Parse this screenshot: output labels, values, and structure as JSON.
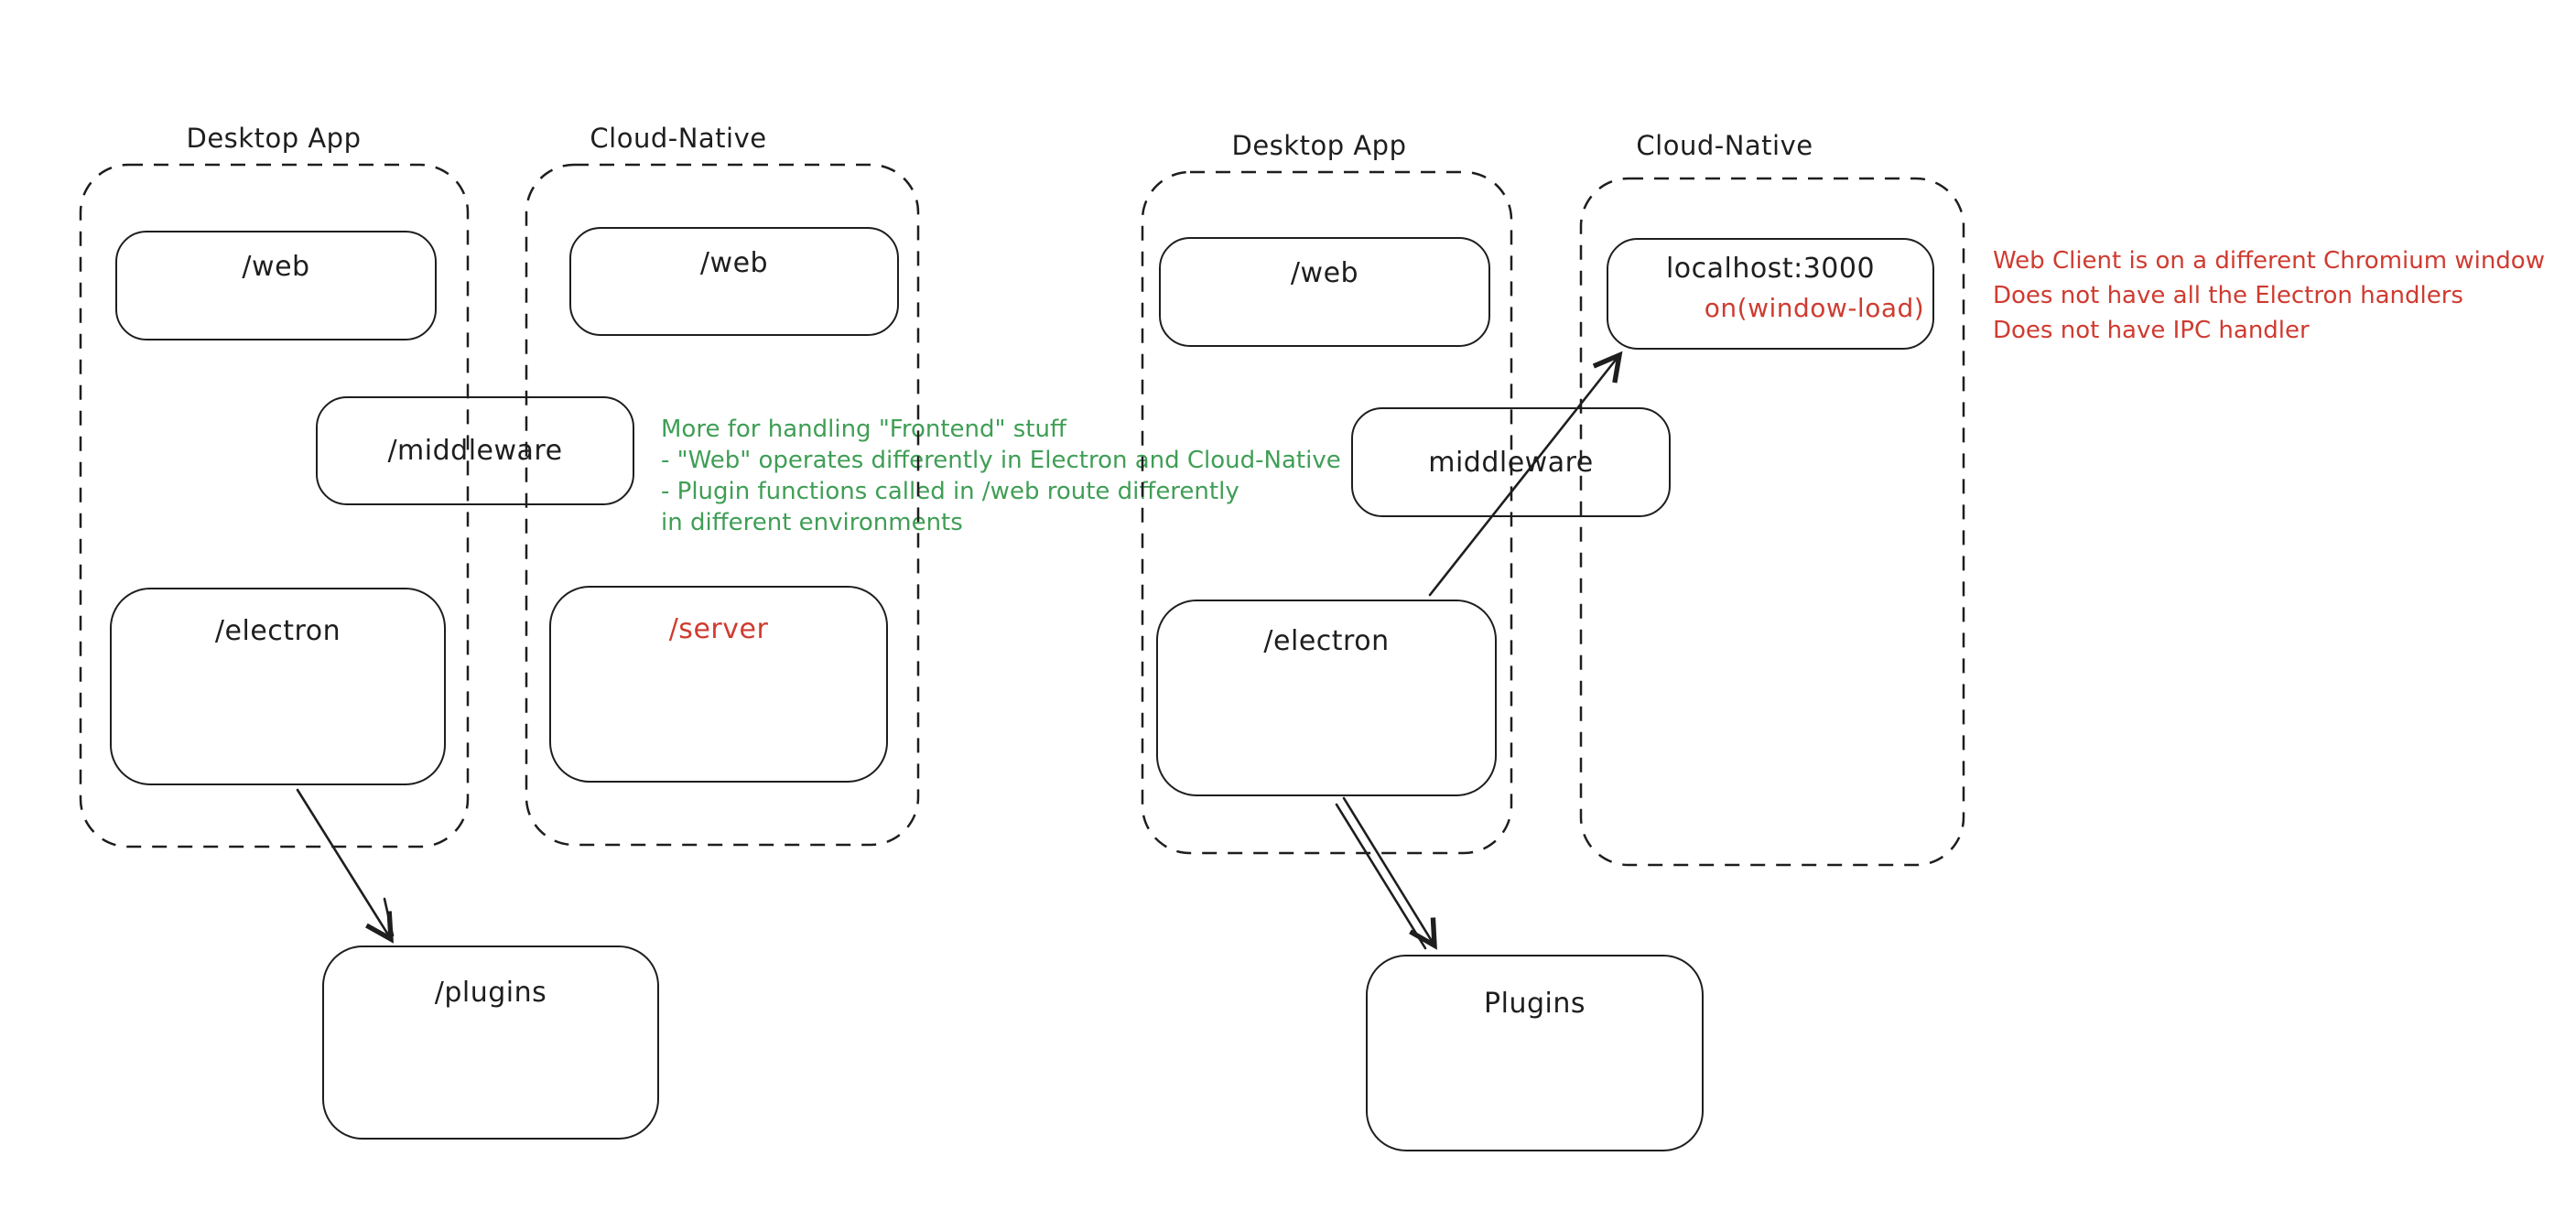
{
  "colors": {
    "ink": "#1e1e1e",
    "red": "#cf3b30",
    "green": "#3f9e55",
    "background": "#ffffff"
  },
  "left_diagram": {
    "desktop_app_label": "Desktop App",
    "cloud_native_label": "Cloud-Native",
    "web_desktop_box": "/web",
    "web_cloud_box": "/web",
    "middleware_box": "/middleware",
    "electron_box": "/electron",
    "server_box": "/server",
    "plugins_box": "/plugins",
    "green_note": {
      "line1": "More for handling \"Frontend\" stuff",
      "line2": "- \"Web\" operates differently in Electron and Cloud-Native",
      "line3": "- Plugin functions called in /web route differently",
      "line4": "in different environments"
    }
  },
  "right_diagram": {
    "desktop_app_label": "Desktop App",
    "cloud_native_label": "Cloud-Native",
    "web_box": "/web",
    "localhost_box_title": "localhost:3000",
    "localhost_box_subtitle": "on(window-load)",
    "middleware_box": "middleware",
    "electron_box": "/electron",
    "plugins_box": "Plugins",
    "red_note": {
      "line1": "Web Client is on a different Chromium window",
      "line2": "Does not have all the Electron handlers",
      "line3": "Does not have IPC handler"
    }
  }
}
